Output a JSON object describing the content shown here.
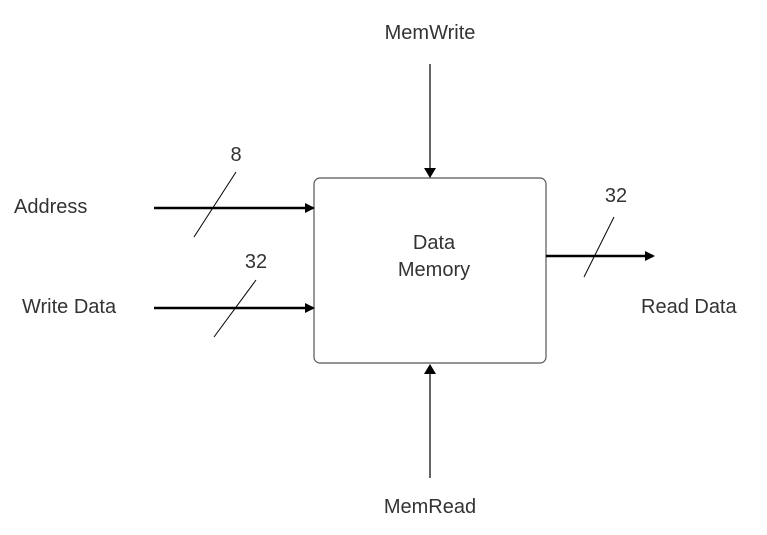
{
  "block": {
    "title_line1": "Data",
    "title_line2": "Memory"
  },
  "signals": {
    "mem_write": "MemWrite",
    "mem_read": "MemRead",
    "address": "Address",
    "write_data": "Write Data",
    "read_data": "Read Data"
  },
  "bus_widths": {
    "address": "8",
    "write_data": "32",
    "read_data": "32"
  },
  "colors": {
    "stroke": "#000000",
    "box_border": "#555555",
    "text": "#333333"
  }
}
